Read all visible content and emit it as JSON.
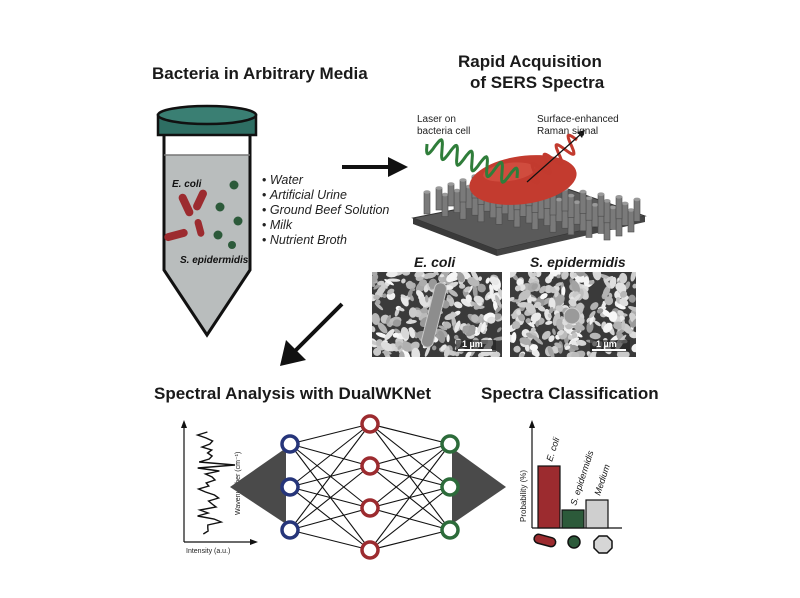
{
  "sections": {
    "media_title": "Bacteria in Arbitrary Media",
    "acquisition_title_line1": "Rapid Acquisition",
    "acquisition_title_line2": "of SERS Spectra",
    "analysis_title": "Spectral Analysis with DualWKNet",
    "classification_title": "Spectra Classification"
  },
  "tube": {
    "ecoli_label": "E. coli",
    "sepi_label": "S. epidermidis",
    "cap_color": "#2e6e63",
    "liquid_color": "#b9bdbd",
    "rod_color": "#9c2b2f",
    "coccus_color": "#2c5a3a"
  },
  "media_list": [
    "Water",
    "Artificial Urine",
    "Ground Beef Solution",
    "Milk",
    "Nutrient Broth"
  ],
  "sers": {
    "laser_label_line1": "Laser on",
    "laser_label_line2": "bacteria cell",
    "signal_label_line1": "Surface-enhanced",
    "signal_label_line2": "Raman signal",
    "laser_color": "#2f7d3a",
    "signal_color": "#c23a2e"
  },
  "micrographs": {
    "ecoli_title": "E. coli",
    "sepi_title": "S. epidermidis",
    "scale_ecoli": "1 µm",
    "scale_sepi": "1 µm"
  },
  "spectrum_plot": {
    "ylabel": "Wavenumber (cm⁻¹)",
    "xlabel": "Intensity (a.u.)"
  },
  "network": {
    "input_color": "#26357a",
    "hidden_color": "#9c2b2f",
    "output_color": "#2c6b3a"
  },
  "chart_data": {
    "type": "bar",
    "categories": [
      "E. coli",
      "S. epidermidis",
      "Medium"
    ],
    "values": [
      0.62,
      0.18,
      0.28
    ],
    "ylabel": "Probability (%)",
    "xlabel": "",
    "ylim": [
      0,
      1
    ],
    "bar_colors": [
      "#9c2b2f",
      "#2c5a3a",
      "#cfcfcf"
    ],
    "grid": false
  }
}
